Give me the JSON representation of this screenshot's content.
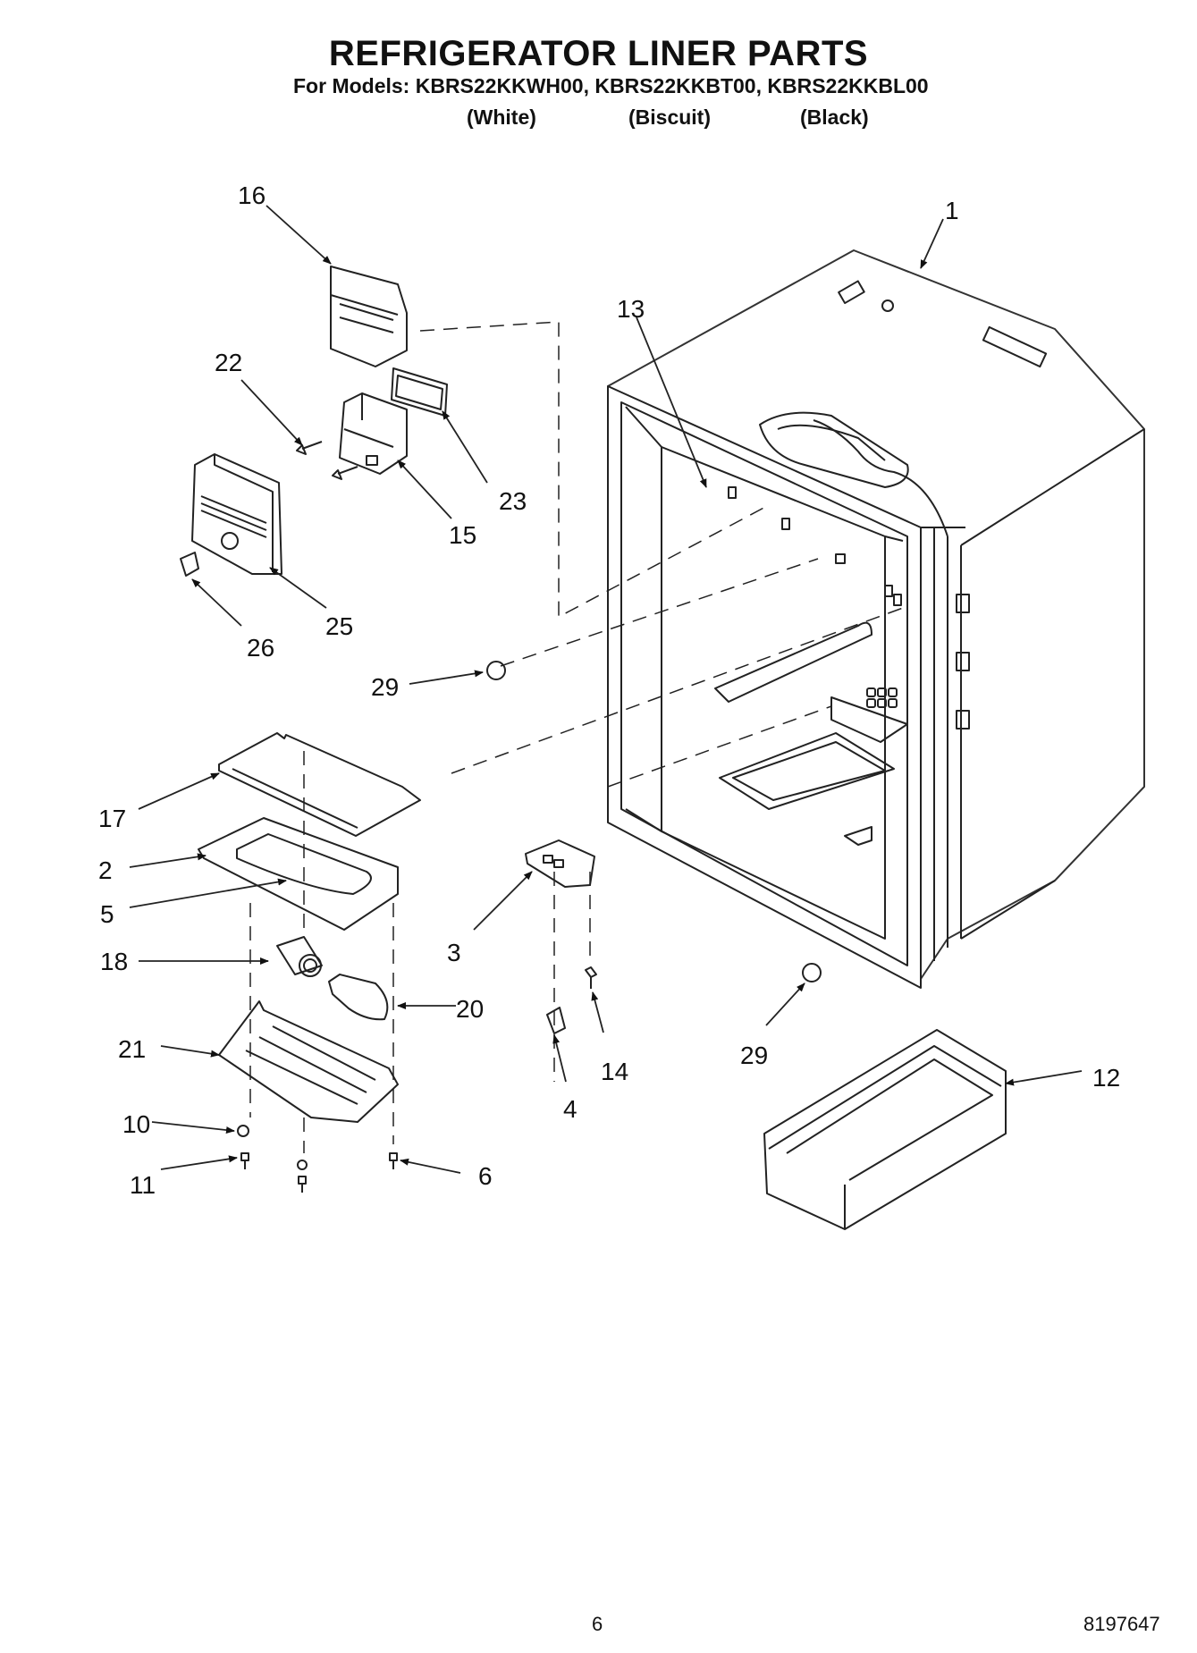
{
  "header": {
    "title": "REFRIGERATOR LINER PARTS",
    "models_line": "For Models: KBRS22KKWH00, KBRS22KKBT00, KBRS22KKBL00",
    "variants": [
      "(White)",
      "(Biscuit)",
      "(Black)"
    ]
  },
  "callouts": [
    "1",
    "2",
    "3",
    "4",
    "5",
    "6",
    "10",
    "11",
    "12",
    "13",
    "14",
    "15",
    "16",
    "17",
    "18",
    "20",
    "21",
    "22",
    "23",
    "25",
    "26",
    "29",
    "29"
  ],
  "footer": {
    "page_number": "6",
    "doc_number": "8197647"
  },
  "colors": {
    "line": "#222222",
    "background": "#ffffff"
  }
}
